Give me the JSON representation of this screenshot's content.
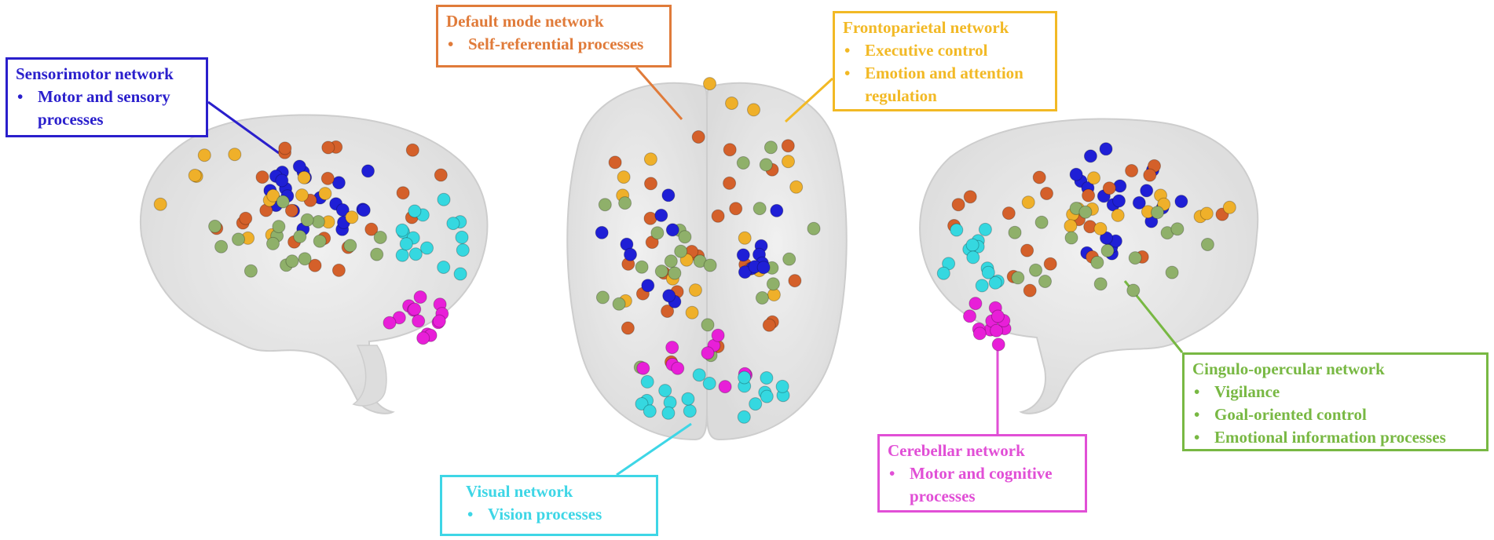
{
  "colors": {
    "sensorimotor": "#2a1fcc",
    "default_mode": "#e07b3a",
    "frontoparietal": "#f2b925",
    "cingulo_opercular": "#78b843",
    "cerebellar": "#e14fd6",
    "visual": "#3ed6e6",
    "ball_sensorimotor": "#1f1fd6",
    "ball_default_mode": "#d4602a",
    "ball_frontoparietal": "#efb02a",
    "ball_cingulo_opercular": "#8fb06a",
    "ball_cerebellar": "#e81fd8",
    "ball_visual": "#35d8e0",
    "brain_fill": "#d9d9d9"
  },
  "networks": {
    "sensorimotor": {
      "title": "Sensorimotor network",
      "items": [
        "Motor and sensory processes"
      ]
    },
    "default_mode": {
      "title": "Default mode network",
      "items": [
        "Self-referential processes"
      ]
    },
    "frontoparietal": {
      "title": "Frontoparietal network",
      "items": [
        "Executive control",
        "Emotion and attention regulation"
      ]
    },
    "cingulo_opercular": {
      "title": "Cingulo-opercular network",
      "items": [
        "Vigilance",
        "Goal-oriented control",
        "Emotional information processes"
      ]
    },
    "cerebellar": {
      "title": "Cerebellar network",
      "items": [
        "Motor and cognitive processes"
      ]
    },
    "visual": {
      "title": "Visual network",
      "items": [
        "Vision processes"
      ]
    }
  }
}
